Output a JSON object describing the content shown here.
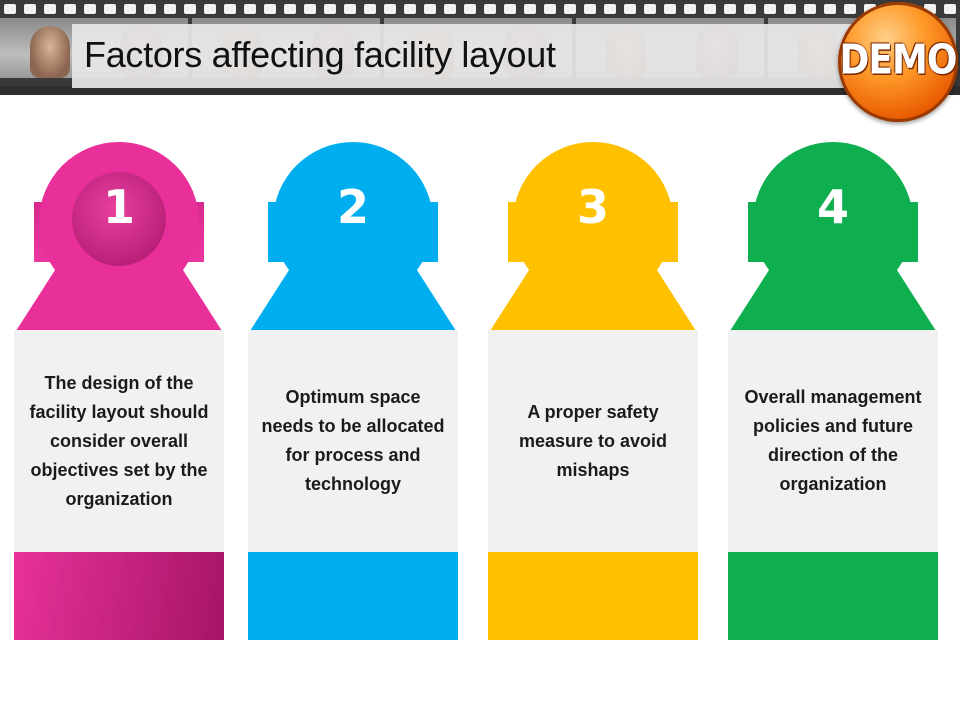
{
  "header": {
    "title": "Factors affecting facility layout",
    "badge": "DEMO"
  },
  "colors": {
    "card1": "#e9309a",
    "card2": "#00aeef",
    "card3": "#ffc000",
    "card4": "#0fae4e"
  },
  "factors": [
    {
      "number": "1",
      "text": "The design of the facility layout should consider overall objectives set by the organization"
    },
    {
      "number": "2",
      "text": "Optimum space needs to be allocated for process and technology"
    },
    {
      "number": "3",
      "text": "A proper safety measure to avoid mishaps"
    },
    {
      "number": "4",
      "text": "Overall management policies and future direction of the organization"
    }
  ]
}
